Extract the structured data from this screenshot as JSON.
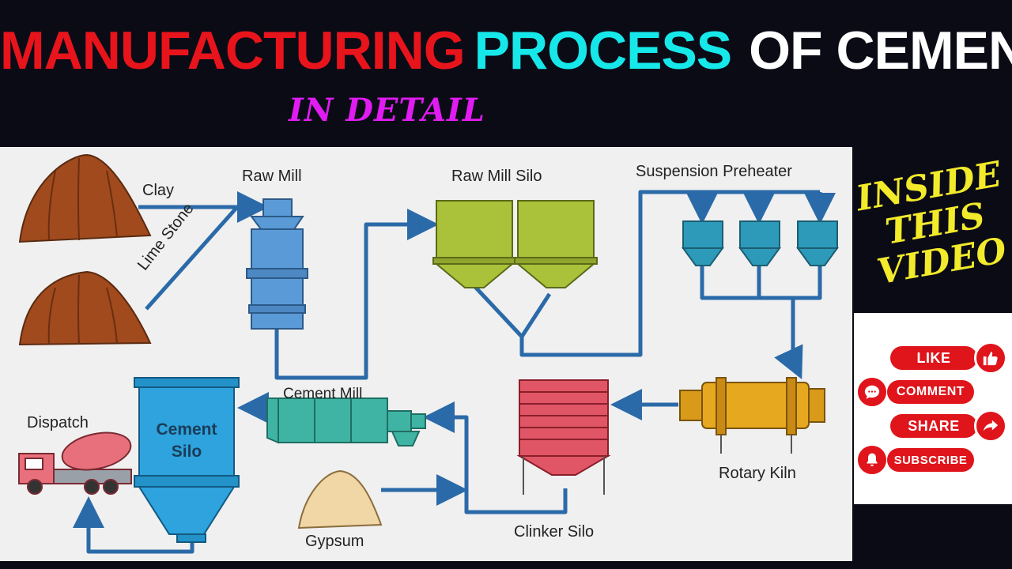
{
  "title": {
    "part1": "MANUFACTURING",
    "part2": "PROCESS",
    "part3": "OF CEMENT",
    "subtitle": "IN DETAIL"
  },
  "diagram": {
    "labels": {
      "clay": "Clay",
      "lime_stone": "Lime Stone",
      "raw_mill": "Raw Mill",
      "raw_mill_silo": "Raw Mill Silo",
      "suspension_preheater": "Suspension Preheater",
      "rotary_kiln": "Rotary Kiln",
      "clinker_silo": "Clinker Silo",
      "gypsum": "Gypsum",
      "cement_mill": "Cement Mill",
      "cement_silo_line1": "Cement",
      "cement_silo_line2": "Silo",
      "dispatch": "Dispatch"
    },
    "colors": {
      "flow_line": "#2b6aa8",
      "pile": "#a04a1e",
      "raw_mill": "#5a9ad6",
      "silo_green": "#a9c23a",
      "preheater": "#2c9ab8",
      "kiln": "#e6a81f",
      "clinker": "#e05666",
      "cement_mill": "#3fb4a4",
      "cement_silo": "#2ea3dd",
      "gypsum": "#f2d7a6",
      "truck": "#e8707c"
    }
  },
  "promo": {
    "line1": "INSIDE",
    "line2": "THIS",
    "line3": "VIDEO"
  },
  "social": {
    "like": "LIKE",
    "comment": "COMMENT",
    "share": "SHARE",
    "subscribe": "SUBSCRIBE"
  }
}
